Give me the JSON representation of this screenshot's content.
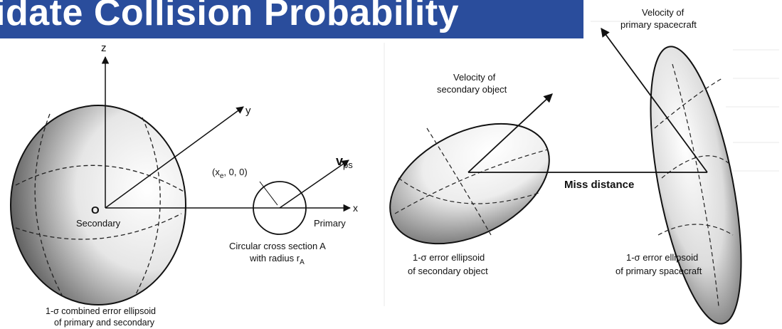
{
  "banner": {
    "title": "idate Collision Probability",
    "color": "#2a4d9c"
  },
  "left_diagram": {
    "z_axis_label": "z",
    "y_axis_label": "y",
    "x_axis_label": "x",
    "origin_label": "O",
    "secondary_label": "Secondary",
    "primary_label": "Primary",
    "point_label": "(x",
    "point_sub": "e",
    "point_rest": ", 0, 0)",
    "velocity_label": "v",
    "velocity_sub": "ps",
    "cross_section_line1": "Circular cross section A",
    "cross_section_line2": "with radius r",
    "cross_section_sub": "A",
    "ellipsoid_caption_line1": "1-σ combined error ellipsoid",
    "ellipsoid_caption_line2": "of primary and secondary"
  },
  "right_diagram": {
    "primary_velocity_line1": "Velocity of",
    "primary_velocity_line2": "primary spacecraft",
    "secondary_velocity_line1": "Velocity of",
    "secondary_velocity_line2": "secondary object",
    "miss_distance": "Miss distance",
    "secondary_ellipsoid_line1": "1-σ error ellipsoid",
    "secondary_ellipsoid_line2": "of secondary object",
    "primary_ellipsoid_line1": "1-σ error ellipsoid",
    "primary_ellipsoid_line2": "of primary spacecraft"
  }
}
